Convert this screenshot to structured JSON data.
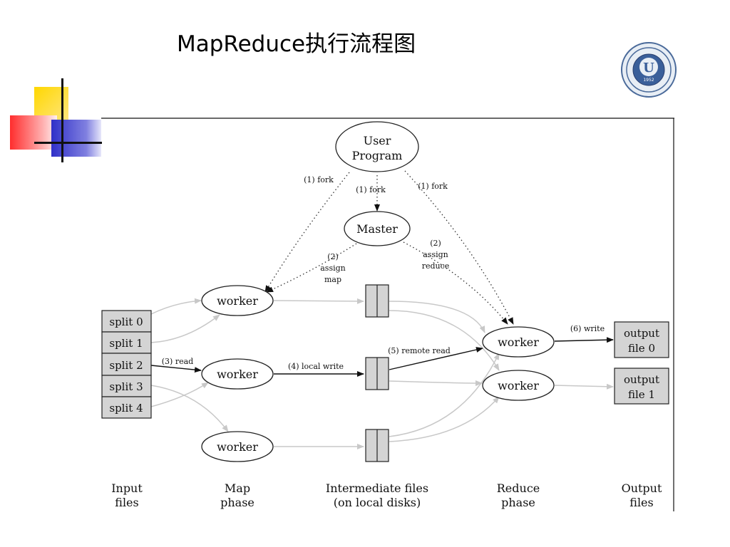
{
  "slide": {
    "title": "MapReduce执行流程图"
  },
  "logo": {
    "name": "university-seal",
    "year": "1952",
    "letter": "U"
  },
  "diagram": {
    "user_program": [
      "User",
      "Program"
    ],
    "master": "Master",
    "worker_label": "worker",
    "splits": [
      "split 0",
      "split 1",
      "split 2",
      "split 3",
      "split 4"
    ],
    "outputs": [
      [
        "output",
        "file 0"
      ],
      [
        "output",
        "file 1"
      ]
    ],
    "edge_labels": {
      "fork_left": "(1) fork",
      "fork_mid": "(1) fork",
      "fork_right": "(1) fork",
      "assign_map": [
        "(2)",
        "assign",
        "map"
      ],
      "assign_reduce": [
        "(2)",
        "assign",
        "reduce"
      ],
      "read": "(3) read",
      "local_write": "(4) local write",
      "remote_read": "(5) remote read",
      "write": "(6) write"
    },
    "phases": [
      [
        "Input",
        "files"
      ],
      [
        "Map",
        "phase"
      ],
      [
        "Intermediate files",
        "(on local disks)"
      ],
      [
        "Reduce",
        "phase"
      ],
      [
        "Output",
        "files"
      ]
    ]
  }
}
